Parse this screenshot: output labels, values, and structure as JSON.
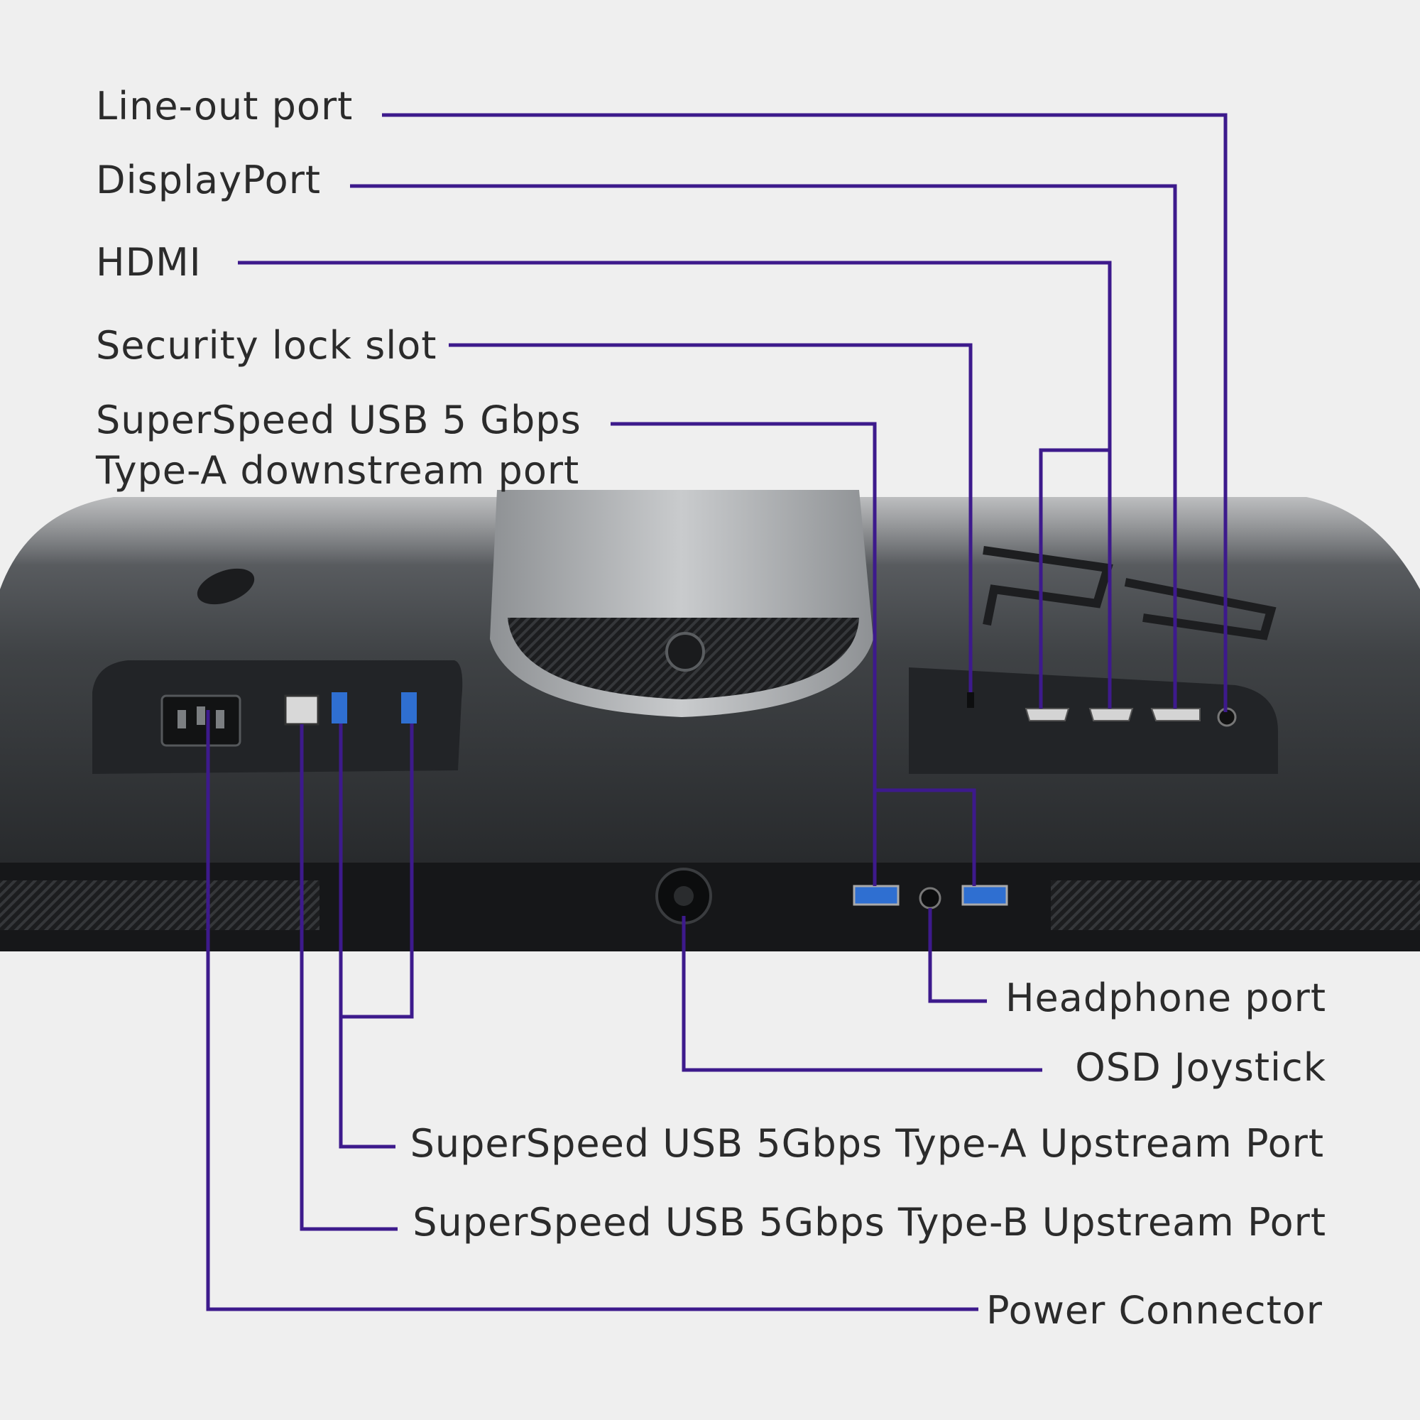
{
  "colors": {
    "background": "#efefef",
    "callout_line": "#3d1a8c",
    "label_text": "#2b2b2b",
    "monitor_body": "#2c2e31",
    "port_blue": "#2f6fd1"
  },
  "callouts": {
    "line_out": "Line-out port",
    "displayport": "DisplayPort",
    "hdmi": "HDMI",
    "security_lock": "Security lock slot",
    "usb_downstream_line1": "SuperSpeed USB 5 Gbps",
    "usb_downstream_line2": "Type-A downstream port",
    "headphone": "Headphone port",
    "osd_joystick": "OSD Joystick",
    "usb_a_upstream": "SuperSpeed USB 5Gbps Type-A Upstream Port",
    "usb_b_upstream": "SuperSpeed USB 5Gbps Type-B Upstream Port",
    "power": "Power Connector"
  },
  "icons": [
    "alien-logo-icon",
    "power-socket-icon",
    "usb-b-port-icon",
    "usb-a-port-icon",
    "hdmi-port-icon",
    "displayport-port-icon",
    "audio-jack-icon",
    "joystick-icon",
    "lock-slot-icon"
  ]
}
